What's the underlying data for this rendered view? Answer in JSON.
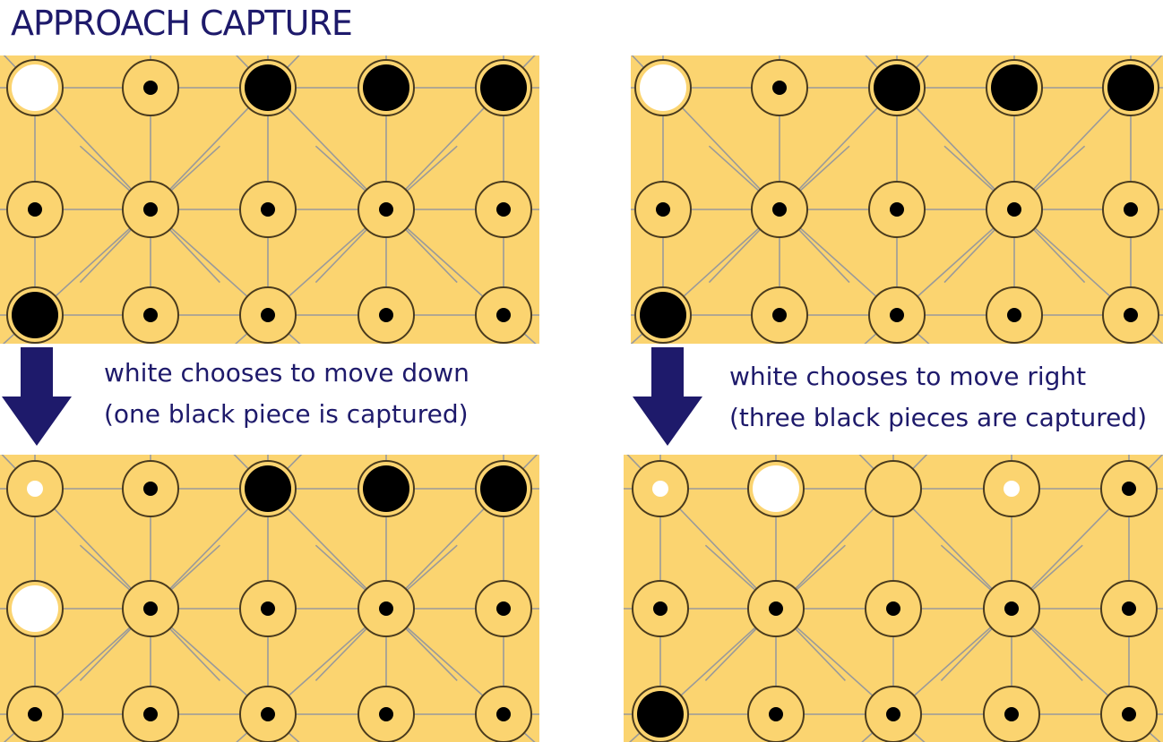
{
  "title": "APPROACH CAPTURE",
  "captions": [
    {
      "line1": "white chooses to move down",
      "line2": "(one black piece is captured)"
    },
    {
      "line1": "white chooses to move right",
      "line2": "(three black pieces are captured)"
    }
  ],
  "colors": {
    "board": "#fbd470",
    "line": "#9a9a9a",
    "ring": "#4a3b1d",
    "text": "#1e1a6b",
    "arrow": "#1e1a6b",
    "black_piece": "#000000",
    "white_piece": "#ffffff",
    "dot": "#000000"
  },
  "legend": {
    "W": "white piece",
    "B": "black piece",
    "w": "small white marker (vacated point)",
    "e": "empty point",
    ".": "black dot"
  },
  "boards": [
    {
      "id": "left-before",
      "rows": [
        "W.BBB",
        ".....",
        "B...."
      ]
    },
    {
      "id": "right-before",
      "rows": [
        "W.BBB",
        ".....",
        "B...."
      ]
    },
    {
      "id": "left-after",
      "rows": [
        "w.BBB",
        "W....",
        "....."
      ]
    },
    {
      "id": "right-after",
      "rows": [
        "wWew.",
        ".....",
        "B...."
      ]
    }
  ]
}
